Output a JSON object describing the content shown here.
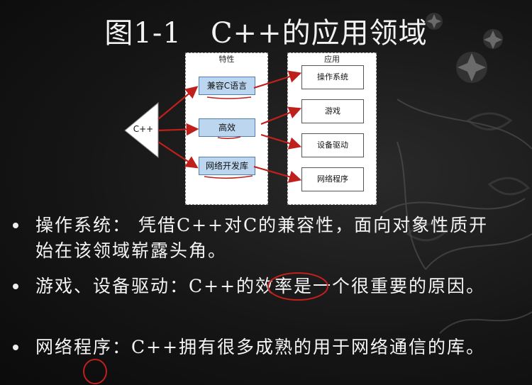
{
  "slide": {
    "title": "图1-1   C++的应用领域"
  },
  "diagram": {
    "source_label": "C++",
    "features_panel_title": "特性",
    "applications_panel_title": "应用",
    "features": [
      "兼容C语言",
      "高效",
      "网络开发库"
    ],
    "applications": [
      "操作系统",
      "游戏",
      "设备驱动",
      "网络程序"
    ]
  },
  "bullets": [
    {
      "text": "操作系统： 凭借C++对C的兼容性，面向对象性质开始在该领域崭露头角。"
    },
    {
      "text": "游戏、设备驱动：C++的效率是一个很重要的原因。"
    },
    {
      "text": "网络程序：C++拥有很多成熟的用于网络通信的库。"
    }
  ],
  "colors": {
    "background": "#111111",
    "arrow": "#c0201c",
    "annotation_ink": "#c0201c",
    "feature_box_fill": "#bcd6f0"
  }
}
